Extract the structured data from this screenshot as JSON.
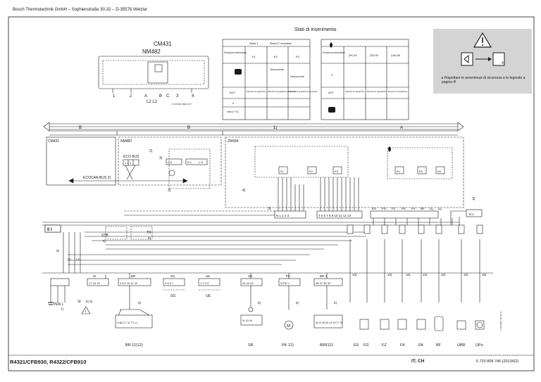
{
  "header": {
    "company": "Bosch Thermotechnik GmbH – Sophienstraße 30-32 – D-35576 Wetzlar"
  },
  "top": {
    "stati_title": "Stati di inserimento",
    "device_labels": [
      "CM431",
      "NM482"
    ],
    "terminal_numbers": [
      "1",
      "2",
      "A",
      "B",
      "C",
      "3",
      "4"
    ],
    "terminal_sub": "L2 L1",
    "part_no_small": "6 720 803 068-03.1T"
  },
  "table1": {
    "col_headers": [
      "Posizione interruttore",
      "Stadio 1",
      "Stadio 2 / modulante"
    ],
    "sub_headers": [
      "K1",
      "K2",
      "K3"
    ],
    "row_labels": [
      "AUT",
      "0",
      "man (I + II)"
    ],
    "cells": [
      "Tasto premuto",
      "Tasto premuto",
      "Esercizio di regolazione",
      "Esercizio di regolazione più piccolo",
      "Esercizio di regolazione più grande"
    ]
  },
  "table2": {
    "col_headers": [
      "Posizione interruttore",
      "(PK) K4",
      "(SR) K5",
      "(UW) K6"
    ],
    "row_labels": [
      "0",
      "AUT"
    ],
    "cells": [
      "Esercizio di regolazione",
      "Esercizio di regolazione",
      "Esercizio di regolazione"
    ]
  },
  "warning": {
    "text": "Rispettare le avvertenze di sicurezza e le legende a pagina 4!",
    "page_ref": "4"
  },
  "bus": {
    "zone_labels": [
      "B",
      "B",
      "1)",
      "A"
    ],
    "modules": [
      "CM431",
      "NM482",
      "ZM434"
    ],
    "eco_bus": "ECO BUS",
    "ecocan": "ECOCAN-BUS 2)",
    "notes": [
      "2)",
      "3)",
      "3)",
      "4)",
      "3)",
      "3)",
      "1 2 3",
      "L N",
      "N L",
      "L N"
    ]
  },
  "relays": [
    "K1",
    "K2",
    "K3",
    "K4",
    "K5",
    "K6"
  ],
  "terminal_strip_a": "N L 1 2 3",
  "terminal_strip_b": "4 5 6 7 8 9 10 11 12 13",
  "sensor_headers": [
    "ES",
    "FG",
    "FZ",
    "FK",
    "FA",
    "BF",
    "Uₐ",
    "Uₐ"
  ],
  "sensor_tail": "N L",
  "left_controls": {
    "switch": "0 I",
    "stb": "STB",
    "stb_note": "5)",
    "tr": "TR",
    "tr_note": "5)",
    "fuse_note": "6)",
    "l_labels": [
      "L1",
      "L2"
    ],
    "pen": "PEN L",
    "pen_note": "7)",
    "si": "SI",
    "si_note": "8) 9)"
  },
  "bottom_blocks": [
    {
      "id": "SI",
      "terms": "17 18 19"
    },
    {
      "id": "BR",
      "terms": "4 8 9 10 11 12"
    },
    {
      "id": "SG",
      "terms": "4 5 6 7"
    },
    {
      "id": "UE",
      "terms": "1 2 3 4"
    },
    {
      "id": "SR",
      "terms": "41 43 44"
    },
    {
      "id": "PK",
      "terms": "N PK L"
    },
    {
      "id": "BR II",
      "terms": "36 37 38 39"
    }
  ],
  "notes_10": [
    "10)",
    "10)",
    "10)",
    "10)",
    "10)",
    "10)",
    "10)"
  ],
  "notes_9": [
    "9)",
    "9)",
    "9)",
    "9)"
  ],
  "bottom_labels": [
    "BR 11)12)",
    "SG",
    "UE",
    "SR",
    "PK 12)",
    "BRII12)",
    "ES",
    "FG",
    "FZ",
    "FK",
    "FA",
    "BF",
    "UBR",
    "UPu"
  ],
  "burner_terms": "N B4 3 7 11 T2 L1",
  "burner2_terms": "36 37 38 39 4 5 T6 T7 T8",
  "side_code": "6 720 808 746-01.1T",
  "footer": {
    "left": "R4321/CFB930, R4322/CFB910",
    "mid": "IT; CH",
    "right": "6 720 808 746 (2013/02)"
  },
  "colors": {
    "panel": "#d4d4d4",
    "line": "#1a1a1a",
    "dash": "#444444"
  },
  "icons": [
    "warning-triangle-icon",
    "book-manual-icon",
    "hand-icon",
    "flame-icon",
    "pump-icon",
    "ground-icon",
    "motor-icon"
  ]
}
